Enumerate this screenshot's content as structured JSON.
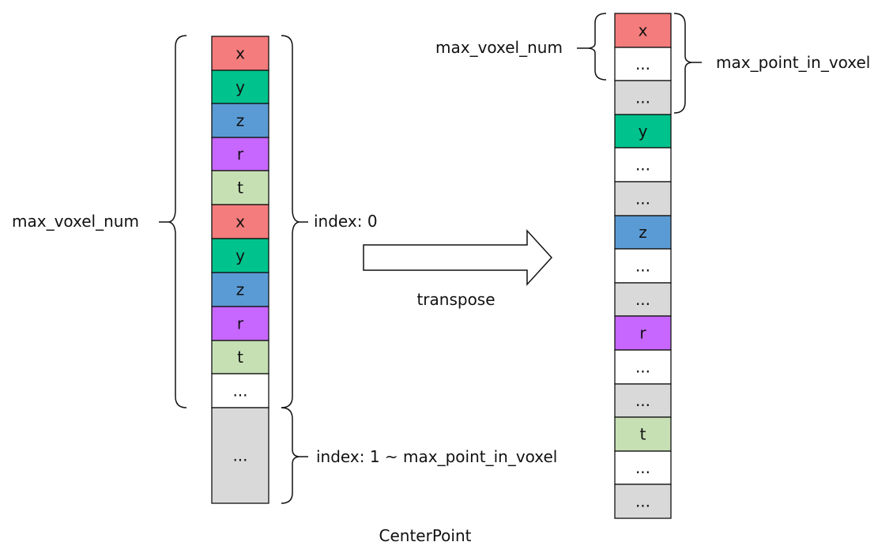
{
  "left_column": {
    "cells": [
      {
        "label": "x",
        "color": "#f47c7c"
      },
      {
        "label": "y",
        "color": "#00c28c"
      },
      {
        "label": "z",
        "color": "#5b9bd5"
      },
      {
        "label": "r",
        "color": "#c767ff"
      },
      {
        "label": "t",
        "color": "#c6e0b4"
      },
      {
        "label": "x",
        "color": "#f47c7c"
      },
      {
        "label": "y",
        "color": "#00c28c"
      },
      {
        "label": "z",
        "color": "#5b9bd5"
      },
      {
        "label": "r",
        "color": "#c767ff"
      },
      {
        "label": "t",
        "color": "#c6e0b4"
      },
      {
        "label": "...",
        "color": "#ffffff"
      },
      {
        "label": "...",
        "color": "#d9d9d9"
      }
    ]
  },
  "right_column": {
    "cells": [
      {
        "label": "x",
        "color": "#f47c7c"
      },
      {
        "label": "...",
        "color": "#ffffff"
      },
      {
        "label": "...",
        "color": "#d9d9d9"
      },
      {
        "label": "y",
        "color": "#00c28c"
      },
      {
        "label": "...",
        "color": "#ffffff"
      },
      {
        "label": "...",
        "color": "#d9d9d9"
      },
      {
        "label": "z",
        "color": "#5b9bd5"
      },
      {
        "label": "...",
        "color": "#ffffff"
      },
      {
        "label": "...",
        "color": "#d9d9d9"
      },
      {
        "label": "r",
        "color": "#c767ff"
      },
      {
        "label": "...",
        "color": "#ffffff"
      },
      {
        "label": "...",
        "color": "#d9d9d9"
      },
      {
        "label": "t",
        "color": "#c6e0b4"
      },
      {
        "label": "...",
        "color": "#ffffff"
      },
      {
        "label": "...",
        "color": "#d9d9d9"
      }
    ]
  },
  "labels": {
    "left_max_voxel_num": "max_voxel_num",
    "index_0": "index: 0",
    "index_rest": "index: 1 ~ max_point_in_voxel",
    "transpose": "transpose",
    "right_max_voxel_num": "max_voxel_num",
    "max_point_in_voxel": "max_point_in_voxel",
    "caption": "CenterPoint"
  },
  "arrow_icon": "right-arrow-icon"
}
